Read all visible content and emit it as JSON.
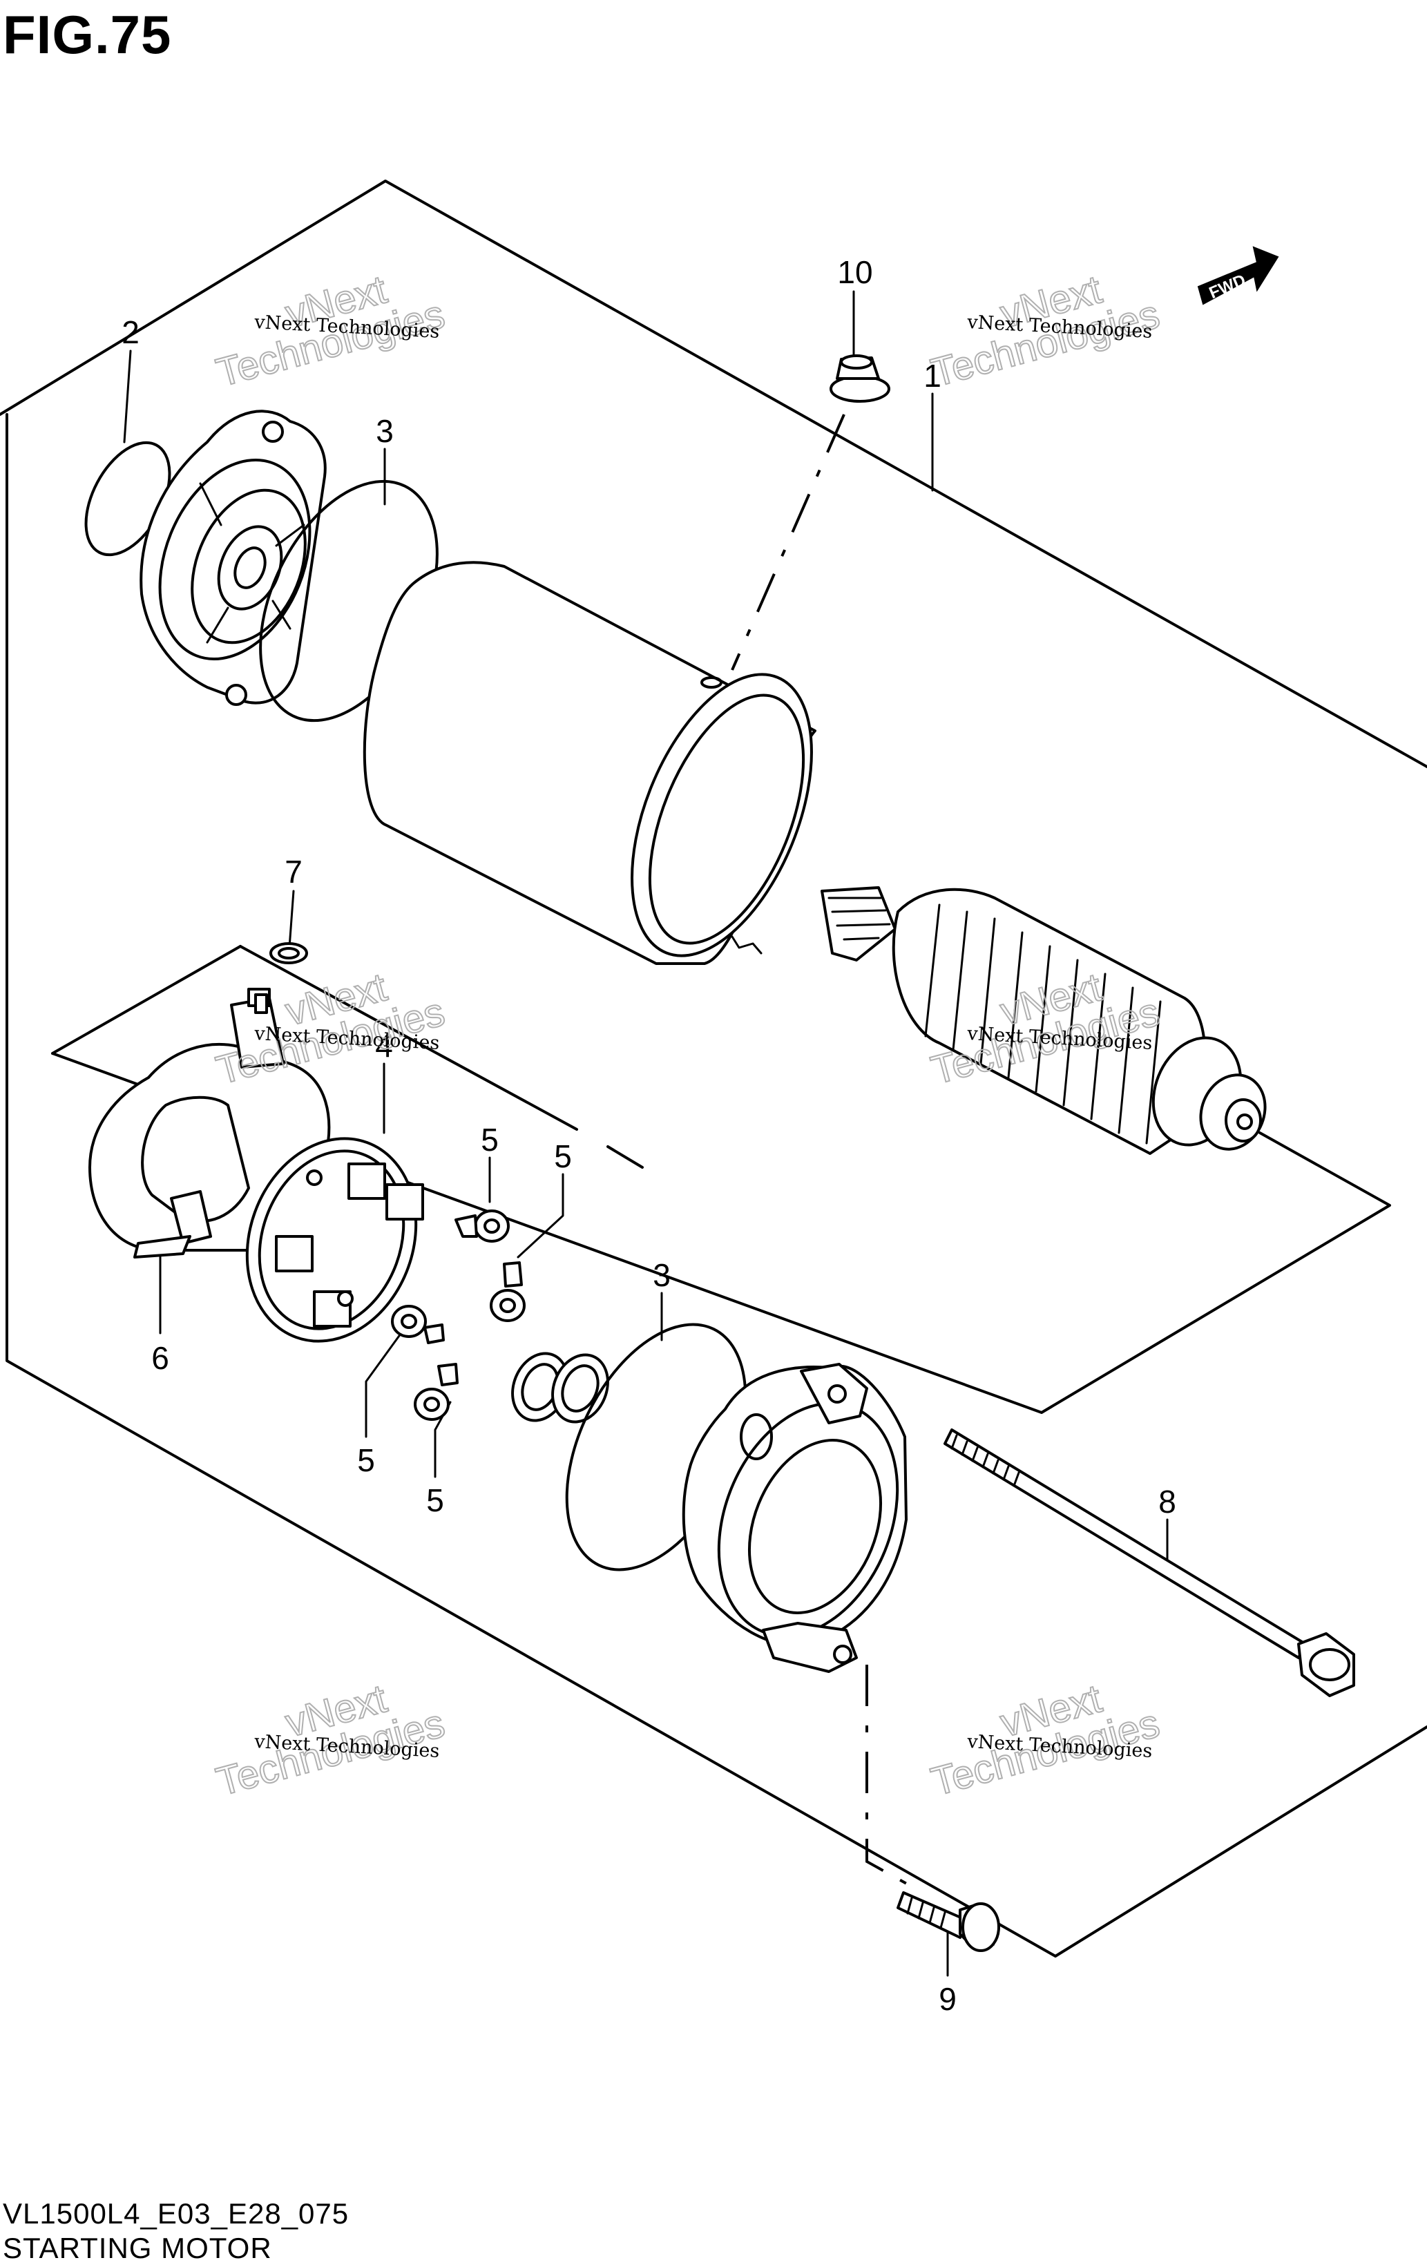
{
  "figure": {
    "title": "FIG.75",
    "model_code": "VL1500L4_E03_E28_075",
    "caption": "STARTING MOTOR"
  },
  "orientation_badge": {
    "label": "FWD"
  },
  "watermark": {
    "small_text": "vNext Technologies",
    "big_line_1": "vNext",
    "big_line_2": "Technologies"
  },
  "callouts": {
    "c1": "1",
    "c2": "2",
    "c3_upper": "3",
    "c3_lower": "3",
    "c4": "4",
    "c5_a": "5",
    "c5_b": "5",
    "c5_c": "5",
    "c5_d": "5",
    "c6": "6",
    "c7": "7",
    "c8": "8",
    "c9": "9",
    "c10": "10"
  },
  "colors": {
    "line": "#000000",
    "background": "#ffffff",
    "watermark_outline": "#b0b0b0"
  }
}
